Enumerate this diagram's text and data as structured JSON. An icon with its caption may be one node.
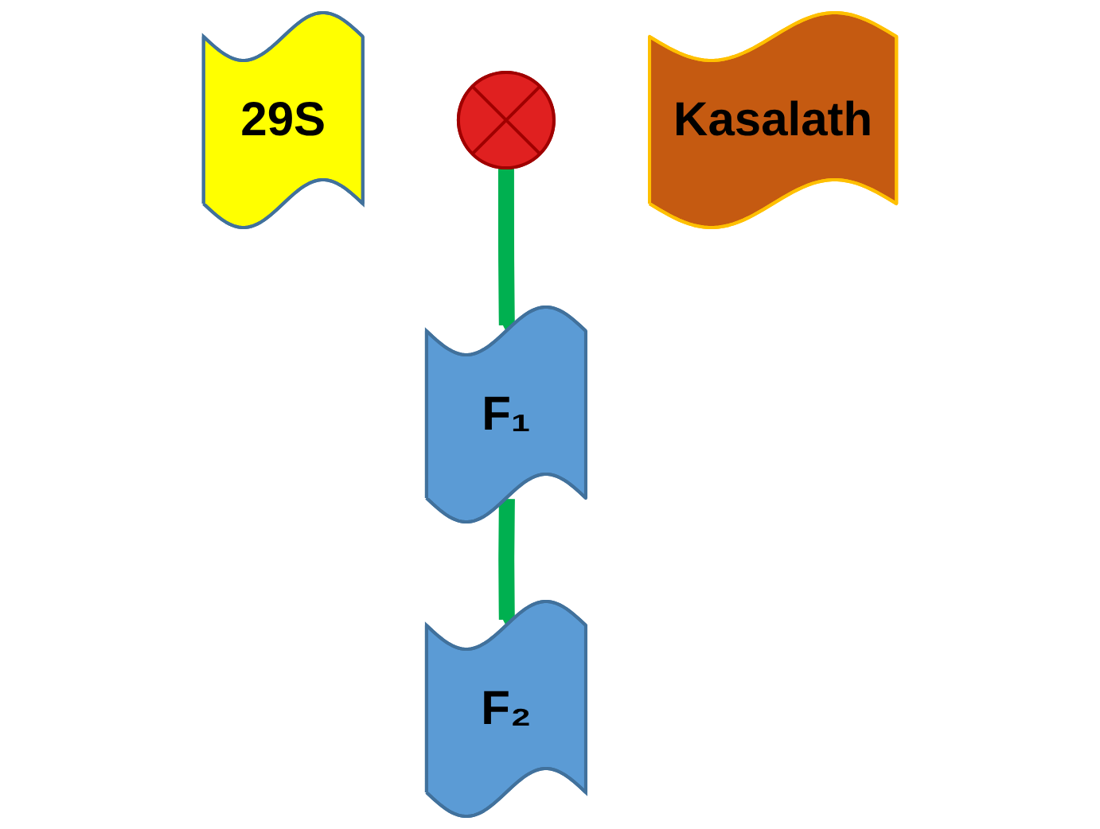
{
  "diagram": {
    "nodes": [
      {
        "text": [
          "29S"
        ]
      },
      {
        "text": [],
        "shape": "cross"
      },
      {
        "text": [
          "Kasalath"
        ]
      },
      {
        "text": [
          "F₁"
        ]
      },
      {
        "text": [
          "F₂"
        ]
      }
    ],
    "edges": [
      {
        "from": 1,
        "to": 3,
        "arrow": "to"
      },
      {
        "from": 3,
        "to": 4,
        "arrow": "to"
      }
    ]
  }
}
